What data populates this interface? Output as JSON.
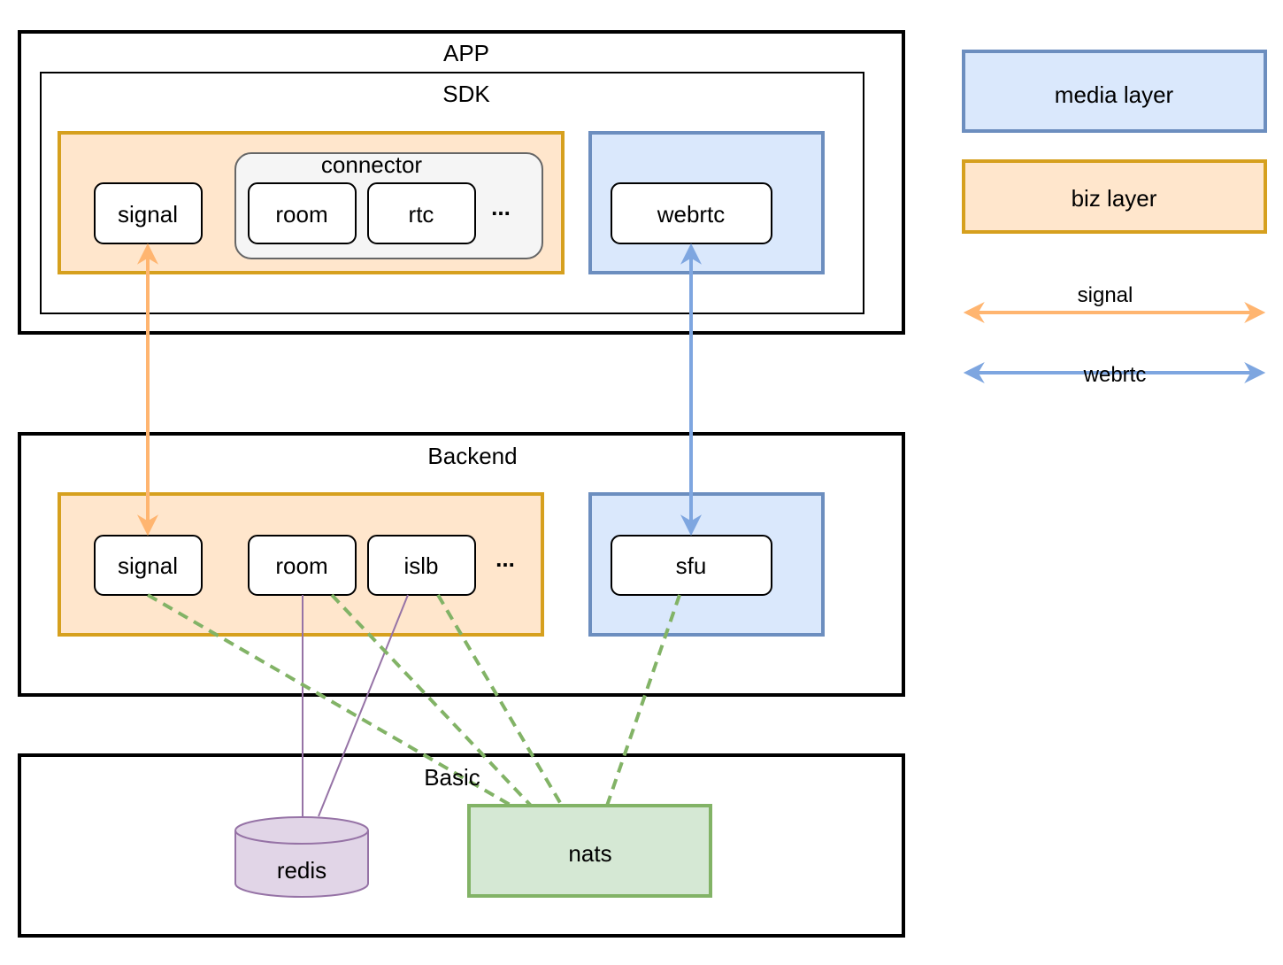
{
  "containers": {
    "app": "APP",
    "sdk": "SDK",
    "connector": "connector",
    "backend": "Backend",
    "basic": "Basic"
  },
  "sdk_nodes": {
    "signal": "signal",
    "room": "room",
    "rtc": "rtc",
    "ellipsis": "...",
    "webrtc": "webrtc"
  },
  "backend_nodes": {
    "signal": "signal",
    "room": "room",
    "islb": "islb",
    "ellipsis": "...",
    "sfu": "sfu"
  },
  "basic_nodes": {
    "redis": "redis",
    "nats": "nats"
  },
  "legend": {
    "media_layer": "media layer",
    "biz_layer": "biz layer",
    "signal": "signal",
    "webrtc": "webrtc"
  },
  "colors": {
    "biz_fill": "#ffe6cc",
    "biz_stroke": "#d6a01e",
    "media_fill": "#dae8fc",
    "media_stroke": "#6c8ebf",
    "signal_arrow": "#ffb570",
    "webrtc_arrow": "#7ea6e0",
    "nats_fill": "#d5e8d4",
    "nats_stroke": "#82b366",
    "redis_fill": "#e1d5e7",
    "redis_stroke": "#9673a6",
    "connector_fill": "#f5f5f5",
    "connector_stroke": "#666666"
  }
}
